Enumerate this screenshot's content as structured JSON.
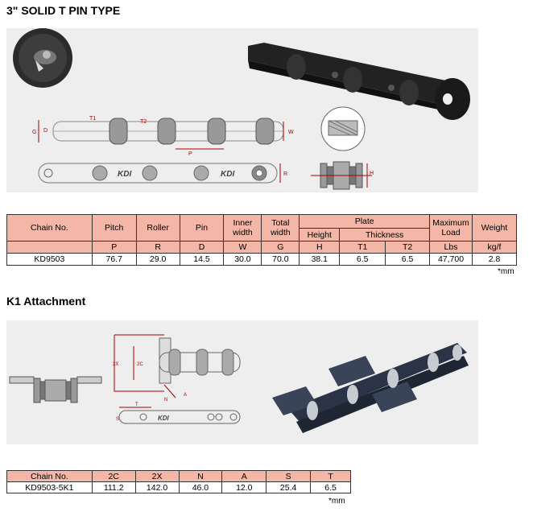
{
  "section1": {
    "title": "3\" SOLID T PIN TYPE",
    "drawing_labels": {
      "t1": "T1",
      "t2": "T2",
      "g": "G",
      "d": "D",
      "w": "W",
      "p": "P",
      "r": "R",
      "h": "H"
    },
    "plate_brand": "KDI",
    "table": {
      "h_chain_no": "Chain No.",
      "h_pitch": "Pitch",
      "h_roller": "Roller",
      "h_pin": "Pin",
      "h_inner": "Inner width",
      "h_total": "Total width",
      "h_plate": "Plate",
      "h_height": "Height",
      "h_thickness": "Thickness",
      "h_max": "Maximum Load",
      "h_weight": "Weight",
      "s_p": "P",
      "s_r": "R",
      "s_d": "D",
      "s_w": "W",
      "s_g": "G",
      "s_h": "H",
      "s_t1": "T1",
      "s_t2": "T2",
      "s_lbs": "Lbs",
      "s_kgf": "kg/f",
      "row": [
        "KD9503",
        "76.7",
        "29.0",
        "14.5",
        "30.0",
        "70.0",
        "38.1",
        "6.5",
        "6.5",
        "47,700",
        "2.8"
      ]
    },
    "unit_note": "*mm"
  },
  "section2": {
    "title": "K1 Attachment",
    "drawing_labels": {
      "x2": "2X",
      "c2": "2C",
      "n": "N",
      "a": "A",
      "t": "T",
      "s": "S"
    },
    "plate_brand": "KDI",
    "table": {
      "headers": [
        "Chain No.",
        "2C",
        "2X",
        "N",
        "A",
        "S",
        "T"
      ],
      "row": [
        "KD9503-5K1",
        "111.2",
        "142.0",
        "46.0",
        "12.0",
        "25.4",
        "6.5"
      ]
    },
    "unit_note": "*mm"
  }
}
